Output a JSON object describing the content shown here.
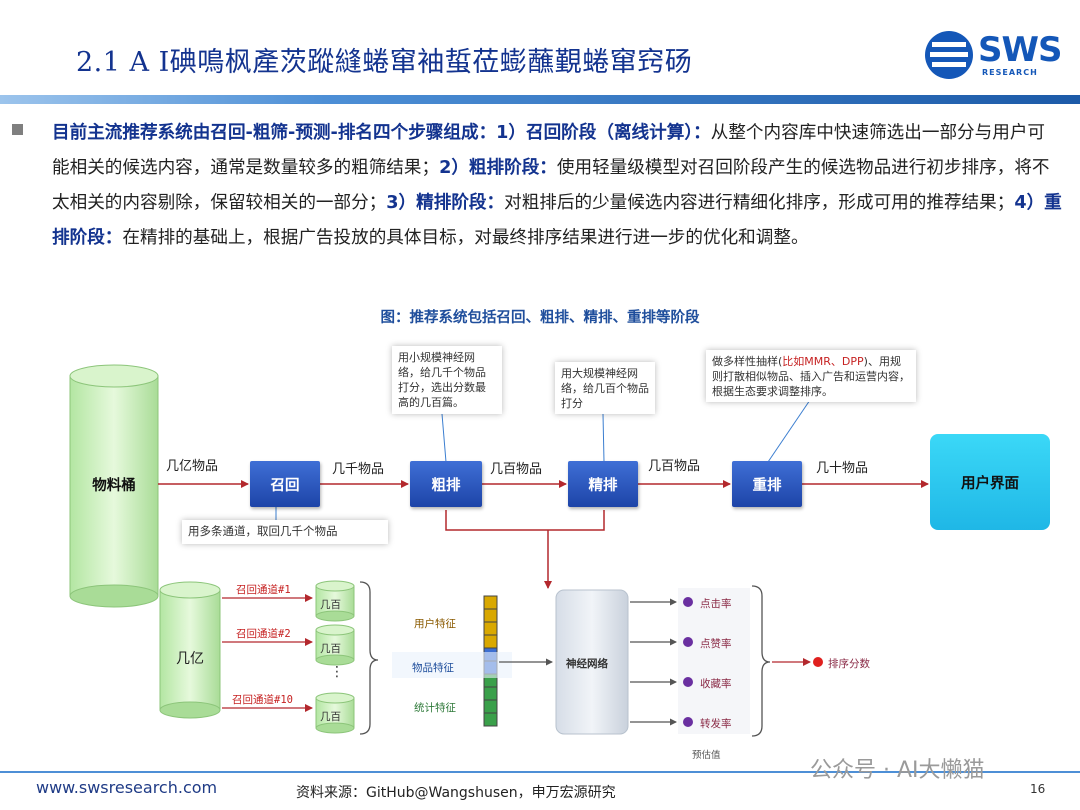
{
  "header": {
    "title": "2.1 A I碘鳴枫產茨蹤縫蜷窜袖蜇莅蟛蘸覲蜷窜窍砀",
    "logo": {
      "brand": "SWS",
      "sub": "RESEARCH"
    }
  },
  "summary": {
    "lead": "目前主流推荐系统由召回-粗筛-预测-排名四个步骤组成：1）召回阶段（离线计算）：",
    "s1": "从整个内容库中快速筛选出一部分与用户可能相关的候选内容，通常是数量较多的粗筛结果；",
    "h2": "2）粗排阶段：",
    "s2": "使用轻量级模型对召回阶段产生的候选物品进行初步排序，将不太相关的内容剔除，保留较相关的一部分；",
    "h3": "3）精排阶段：",
    "s3": "对粗排后的少量候选内容进行精细化排序，形成可用的推荐结果；",
    "h4": "4）重排阶段：",
    "s4": "在精排的基础上，根据广告投放的具体目标，对最终排序结果进行进一步的优化和调整。"
  },
  "figure": {
    "title": "图：推荐系统包括召回、粗排、精排、重排等阶段",
    "pipeline": {
      "source": "物料桶",
      "stages": [
        "召回",
        "粗排",
        "精排",
        "重排"
      ],
      "target": "用户界面",
      "flow_labels": [
        "几亿物品",
        "几千物品",
        "几百物品",
        "几百物品",
        "几十物品"
      ]
    },
    "notes": {
      "coarse": "用小规模神经网络，给几千个物品打分，选出分数最高的几百篇。",
      "fine": "用大规模神经网络，给几百个物品打分",
      "rerank_pre": "做多样性抽样(",
      "rerank_red": "比如MMR、DPP",
      "rerank_post": ")、用规则打散相似物品、插入广告和运营内容，根据生态要求调整排序。",
      "recall": "用多条通道，取回几千个物品"
    },
    "recall_detail": {
      "source": "几亿",
      "channels": [
        "召回通道#1",
        "召回通道#2",
        "召回通道#10"
      ],
      "bucket": "几百",
      "ellipsis": "⋮"
    },
    "model_detail": {
      "features": [
        "用户特征",
        "物品特征",
        "统计特征"
      ],
      "network": "神经网络",
      "outputs": [
        "点击率",
        "点赞率",
        "收藏率",
        "转发率"
      ],
      "output_caption": "预估值",
      "final": "排序分数"
    }
  },
  "footer": {
    "url": "www.swsresearch.com",
    "source": "资料来源：GitHub@Wangshusen，申万宏源研究",
    "watermark": "公众号 · AI大懒猫",
    "page": "16"
  },
  "colors": {
    "brand_blue": "#13338f",
    "stage_blue": "#2b57c2",
    "target_cyan": "#2fd0f2",
    "cylinder_green": "#c6efb6",
    "red_arrow": "#b3282d"
  }
}
